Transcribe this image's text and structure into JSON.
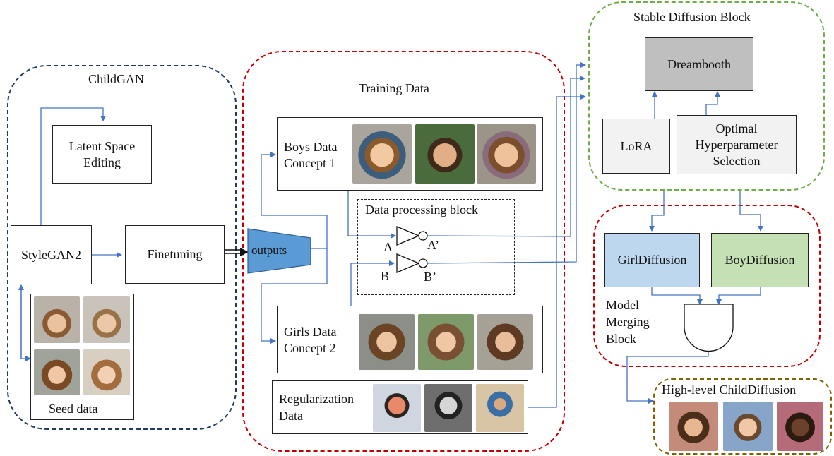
{
  "childgan": {
    "title": "ChildGAN",
    "latent_line1": "Latent Space",
    "latent_line2": "Editing",
    "stylegan": "StyleGAN2",
    "finetuning": "Finetuning",
    "seed_label": "Seed data"
  },
  "outputs_label": "outputs",
  "training": {
    "title": "Training Data",
    "boys_line1": "Boys Data",
    "boys_line2": "Concept 1",
    "girls_line1": "Girls Data",
    "girls_line2": "Concept 2",
    "reg_line1": "Regularization",
    "reg_line2": "Data",
    "dp_title": "Data processing block",
    "label_a": "A",
    "label_a_prime": "A’",
    "label_b": "B",
    "label_b_prime": "B’"
  },
  "stable": {
    "title": "Stable Diffusion Block",
    "dreambooth": "Dreambooth",
    "lora": "LoRA",
    "opt_line1": "Optimal",
    "opt_line2": "Hyperparameter",
    "opt_line3": "Selection"
  },
  "merge": {
    "girl": "GirlDiffusion",
    "boy": "BoyDiffusion",
    "merge_line1": "Model",
    "merge_line2": "Merging",
    "merge_line3": "Block"
  },
  "highlevel": {
    "title": "High-level ChildDiffusion"
  },
  "colors": {
    "childgan_border": "#1f3864",
    "red_border": "#c00000",
    "green_border": "#70ad47",
    "olive_border": "#7f6000",
    "wire": "#4472c4",
    "outputs_fill": "#5b9bd5",
    "dreambooth_fill": "#bfbfbf",
    "light_gray": "#f2f2f2",
    "girl_fill": "#bdd7ee",
    "boy_fill": "#c5e0b4"
  }
}
